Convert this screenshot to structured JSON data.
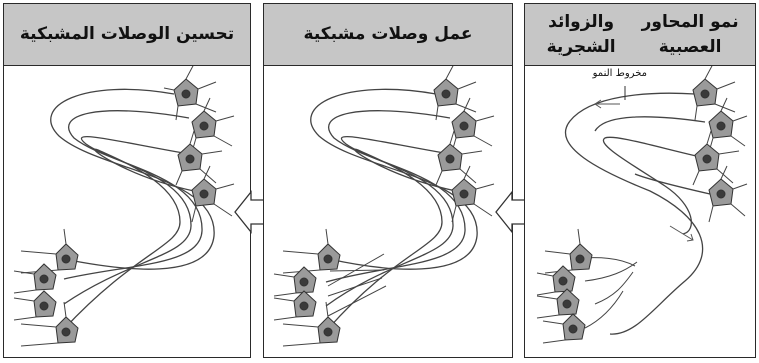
{
  "panels": {
    "right": {
      "title_line1": "نمو المحاور العصبية",
      "title_line2": "والزوائد الشجرية"
    },
    "middle": {
      "title": "عمل وصلات مشبكية"
    },
    "left": {
      "title": "تحسين الوصلات المشبكية"
    }
  },
  "labels": {
    "growth_cone": "مخروط النمو"
  },
  "colors": {
    "header_bg": "#c6c6c6",
    "neuron_fill": "#9a9a9a",
    "nucleus": "#3a3a3a",
    "line": "#444444"
  }
}
